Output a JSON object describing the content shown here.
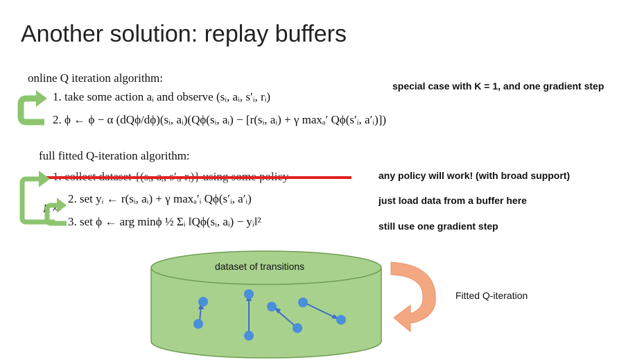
{
  "slide": {
    "title": "Another solution: replay buffers"
  },
  "online": {
    "header": "online Q iteration algorithm:",
    "step1": "1.  take some action aᵢ and observe (sᵢ, aᵢ, s′ᵢ, rᵢ)",
    "step2": "2.  ϕ ← ϕ − α (dQϕ/dϕ)(sᵢ, aᵢ)(Qϕ(sᵢ, aᵢ) − [r(sᵢ, aᵢ) + γ maxₐ′ Qϕ(s′ᵢ, a′ᵢ)])",
    "note": "special case with K = 1, and one gradient step"
  },
  "full": {
    "header": "full fitted Q-iteration algorithm:",
    "step1": "1.  collect dataset {(sᵢ, aᵢ, s′ᵢ, rᵢ)} using some policy",
    "step2": "2.  set yᵢ ← r(sᵢ, aᵢ) + γ maxₐ′ᵢ Qϕ(s′ᵢ, a′ᵢ)",
    "step3": "3.  set ϕ ← arg minϕ ½ Σᵢ ‖Qϕ(sᵢ, aᵢ) − yᵢ‖²",
    "k_label": "K×",
    "note1": "any policy will work! (with broad support)",
    "note2": "just load data from a buffer here",
    "note3": "still use one gradient step"
  },
  "buffer": {
    "label": "dataset of transitions",
    "fitted_label": "Fitted Q-iteration"
  },
  "colors": {
    "green_arrow": "#8dc56f",
    "cylinder_fill": "#a9d18e",
    "cylinder_stroke": "#6e9e52",
    "strike": "#e02020",
    "points": "#4a8fd9",
    "curved_arrow": "#f4a882"
  }
}
